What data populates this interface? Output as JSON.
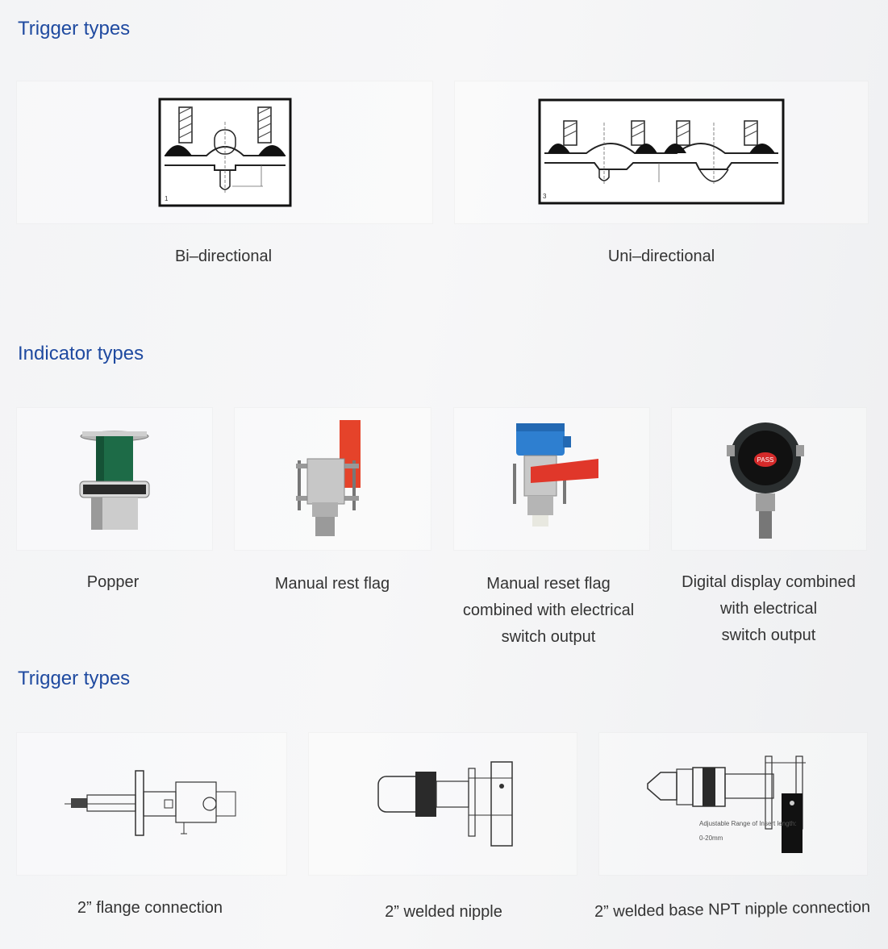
{
  "sections": {
    "trigger1_title": "Trigger types",
    "indicator_title": "Indicator types",
    "trigger2_title": "Trigger types"
  },
  "trigger": {
    "bi_caption": "Bi–directional",
    "uni_caption": "Uni–directional",
    "bi_fig_num": "1",
    "uni_fig_num": "3"
  },
  "indicator": {
    "popper": "Popper",
    "manual_rest": "Manual rest flag",
    "manual_reset": [
      "Manual reset flag",
      "combined with electrical",
      "switch output"
    ],
    "digital": [
      "Digital display combined",
      "with electrical",
      "switch output"
    ],
    "pass_label": "PASS"
  },
  "connection": {
    "flange": "2” flange connection",
    "welded_nipple": "2” welded nipple",
    "npt": "2” welded base NPT nipple connection",
    "npt_note": [
      "Adjustable Range of Insert length:",
      "0-20mm"
    ]
  }
}
